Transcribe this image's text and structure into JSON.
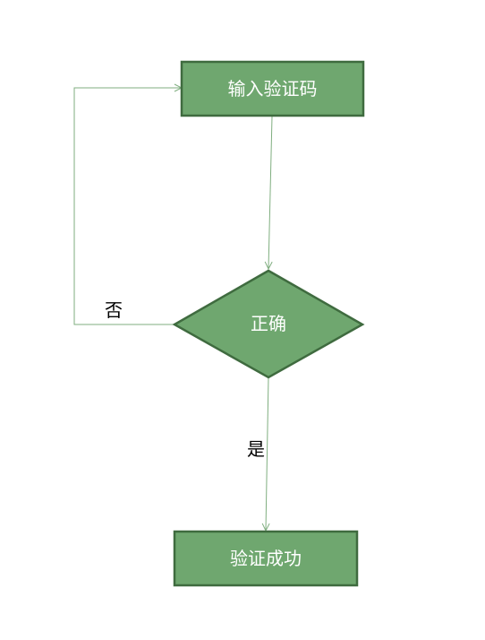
{
  "colors": {
    "node_fill": "#6fa76f",
    "node_stroke": "#3f6b3f",
    "edge_color": "#7fae7f",
    "node_text": "#ffffff",
    "edge_text": "#000000"
  },
  "nodes": {
    "input_code": {
      "label": "输入验证码",
      "shape": "rectangle"
    },
    "is_correct": {
      "label": "正确",
      "shape": "diamond"
    },
    "success": {
      "label": "验证成功",
      "shape": "rectangle"
    }
  },
  "edges": {
    "input_to_check": {
      "from": "输入验证码",
      "to": "正确",
      "label": ""
    },
    "check_no": {
      "from": "正确",
      "to": "输入验证码",
      "label": "否"
    },
    "check_yes": {
      "from": "正确",
      "to": "验证成功",
      "label": "是"
    }
  }
}
